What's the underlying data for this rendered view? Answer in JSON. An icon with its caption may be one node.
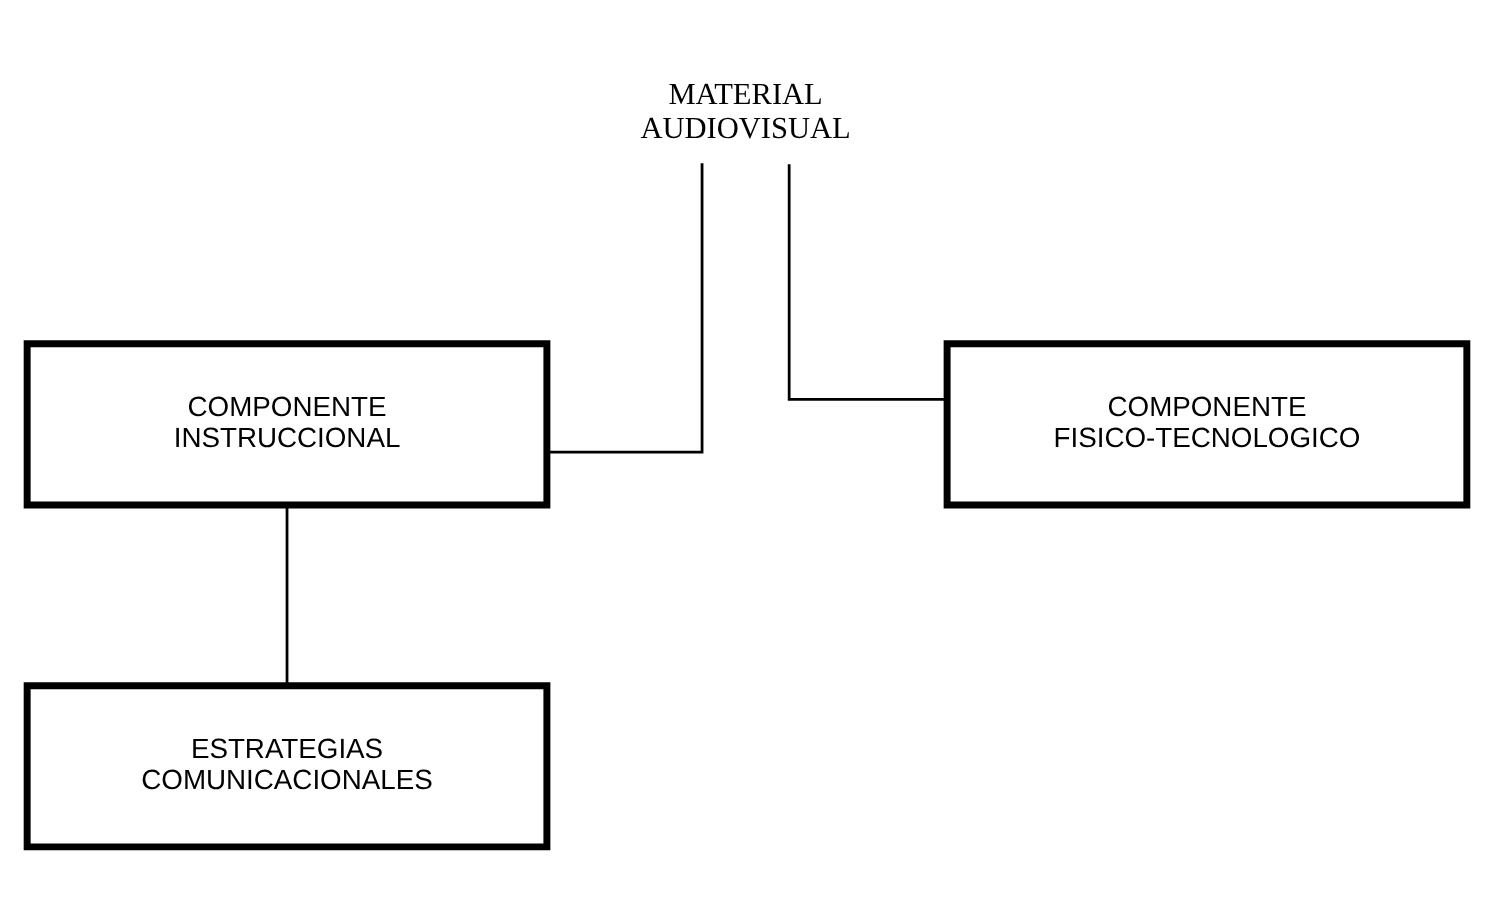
{
  "diagram": {
    "nodes": [
      {
        "text": [
          "MATERIAL AUDIOVISUAL"
        ]
      },
      {
        "text": [
          "COMPONENTE INSTRUCCIONAL"
        ]
      },
      {
        "text": [
          "COMPONENTE FISICO-TECNOLOGICO"
        ]
      },
      {
        "text": [
          "ESTRATEGIAS COMUNICACIONALES"
        ]
      }
    ],
    "edges": [
      {
        "from": 0,
        "to": 1,
        "arrow": "none"
      },
      {
        "from": 0,
        "to": 2,
        "arrow": "none"
      },
      {
        "from": 1,
        "to": 3,
        "arrow": "none"
      }
    ]
  }
}
